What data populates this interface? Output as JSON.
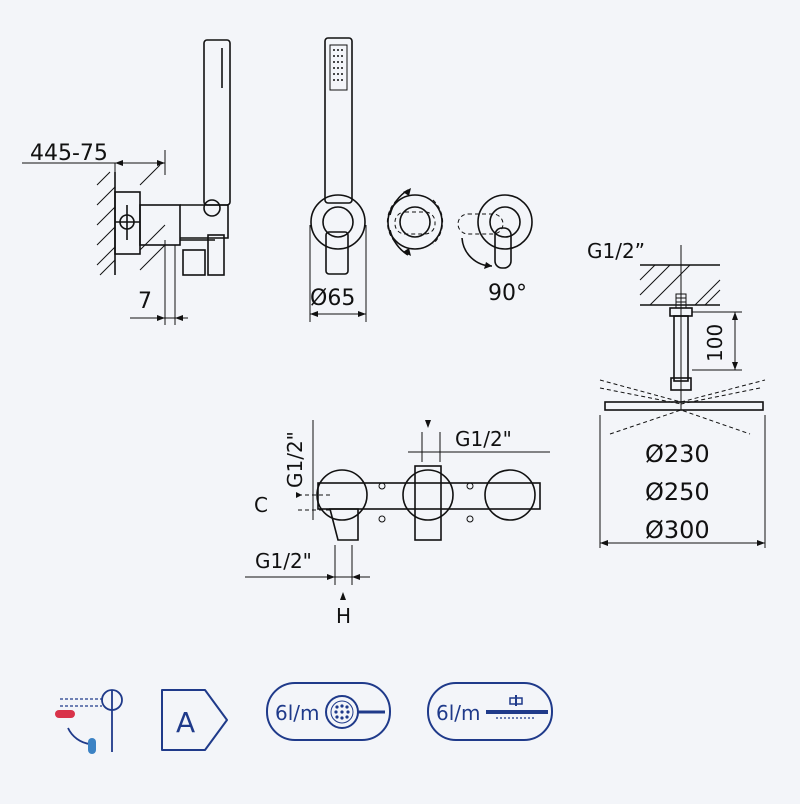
{
  "labels": {
    "wall_depth": "45-75",
    "wall_depth_prefix": "4",
    "projection": "7",
    "diameter_65": "Ø65",
    "rotation": "90°",
    "ceiling_thread": "G1/2”",
    "arm_length": "100",
    "head_d1": "Ø230",
    "head_d2": "Ø250",
    "head_d3": "Ø300",
    "inlet_vertical": "G1/2\"",
    "inlet_top": "G1/2\"",
    "inlet_bottom": "G1/2\"",
    "cold": "C",
    "hot": "H"
  },
  "badges": {
    "energy_class": "A",
    "flow_hand": "6l/m",
    "flow_head": "6l/m"
  },
  "icons": [
    "thermo-mixer-icon",
    "energy-class-icon",
    "hand-shower-icon",
    "rain-shower-icon"
  ],
  "colors": {
    "line": "#111111",
    "badge": "#1f3a8a",
    "accent_red": "#d9334a",
    "accent_blue": "#3b82c4",
    "background": "#f3f5f9"
  }
}
